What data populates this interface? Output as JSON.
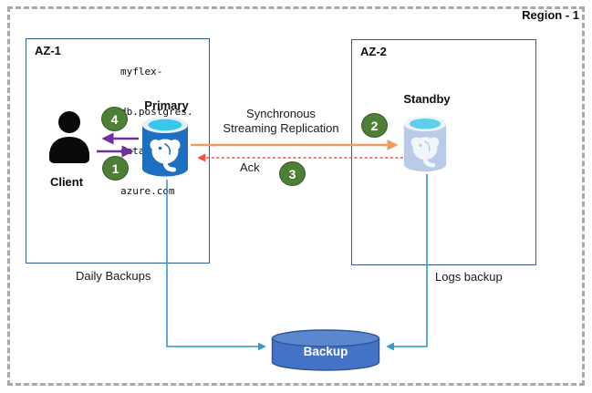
{
  "region": {
    "label": "Region - 1"
  },
  "zones": [
    {
      "id": "az1",
      "label": "AZ-1"
    },
    {
      "id": "az2",
      "label": "AZ-2"
    }
  ],
  "nodes": {
    "client": {
      "label": "Client"
    },
    "primary": {
      "label": "Primary",
      "hostname_lines": [
        "myflex-",
        "db.postgres.",
        "database.",
        "azure.com"
      ]
    },
    "standby": {
      "label": "Standby"
    },
    "backup": {
      "label": "Backup"
    }
  },
  "edges": {
    "replication": {
      "label_line1": "Synchronous",
      "label_line2": "Streaming Replication"
    },
    "ack": {
      "label": "Ack"
    },
    "daily_backups": {
      "label": "Daily Backups"
    },
    "logs_backup": {
      "label": "Logs backup"
    }
  },
  "steps": [
    "1",
    "2",
    "3",
    "4"
  ],
  "colors": {
    "region_border": "#aba8a8",
    "az_border": "#2e5b97",
    "step_badge": "#4e7f37",
    "replication_orange": "#ef9c62",
    "ack_red": "#ff4b4b",
    "client_primary_purple": "#7030a0",
    "backup_connector_blue": "#2e9bd5",
    "primary_db_blue": "#1e6fc0",
    "standby_db_blue": "#b9cbe8",
    "backup_cylinder_blue": "#4472c4",
    "db_top_cyan": "#38c6ea"
  }
}
